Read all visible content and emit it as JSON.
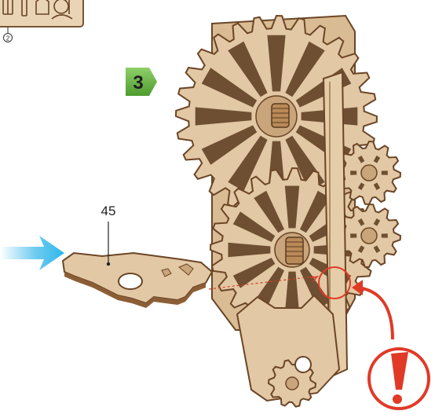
{
  "step_badge": {
    "number": "3",
    "color": "#5aa83a"
  },
  "part_label": {
    "number": "45"
  },
  "sheet_thumb": {
    "number": "2"
  },
  "colors": {
    "wood": "#e2c8a4",
    "wood_shade": "#c9a57c",
    "wood_edge": "#6b4526",
    "arrow": "#2fb6ea",
    "warning": "#e03a27"
  },
  "icons": [
    "exclamation-icon",
    "blue-insert-arrow",
    "step-badge-arrow"
  ]
}
